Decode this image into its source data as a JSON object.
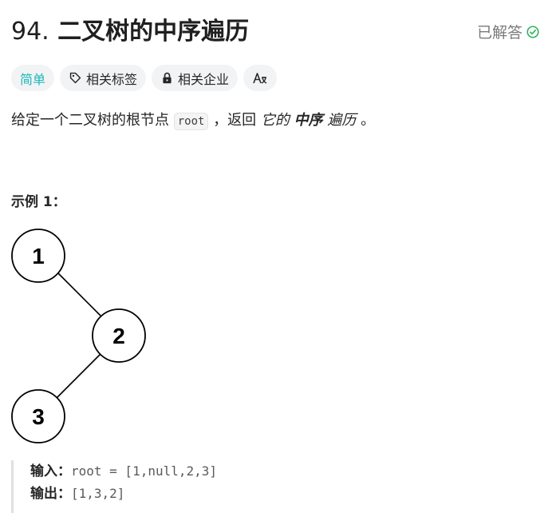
{
  "problem": {
    "number": "94.",
    "title": "二叉树的中序遍历",
    "status": "已解答",
    "status_color": "#2db55d"
  },
  "tags": [
    {
      "label": "简单",
      "icon": "",
      "color": "#1cb8b8"
    },
    {
      "label": "相关标签",
      "icon": "tag-icon"
    },
    {
      "label": "相关企业",
      "icon": "lock-icon"
    },
    {
      "label": "",
      "icon": "translate-icon"
    }
  ],
  "description": {
    "prefix": "给定一个二叉树的根节点",
    "code": "root",
    "middle": "，返回",
    "em_a": "它的",
    "strong": "中序",
    "em_b": "遍历",
    "suffix": "。"
  },
  "example": {
    "title": "示例 1：",
    "tree_nodes": [
      "1",
      "2",
      "3"
    ],
    "input_label": "输入：",
    "input_value": "root = [1,null,2,3]",
    "output_label": "输出：",
    "output_value": "[1,3,2]"
  }
}
